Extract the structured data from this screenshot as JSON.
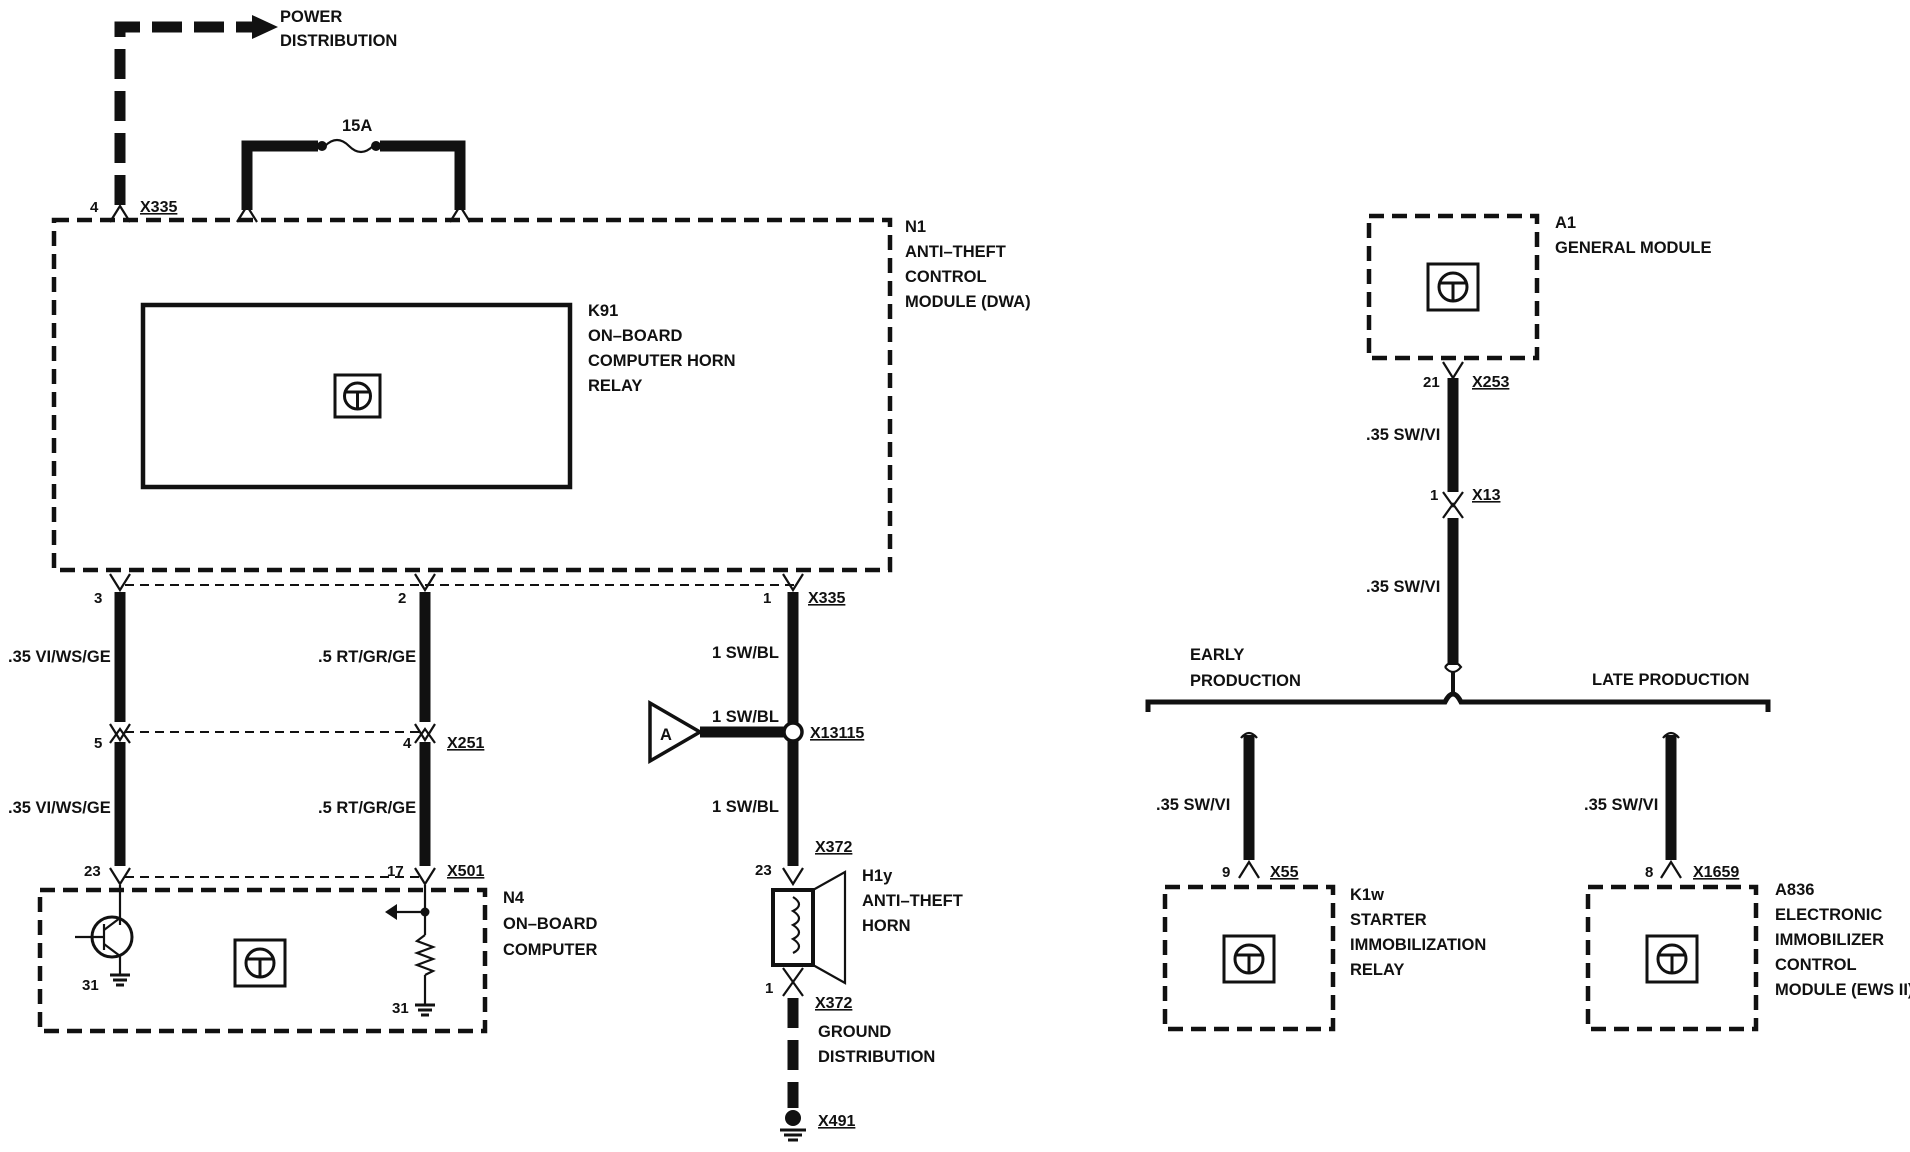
{
  "labels": {
    "power_l1": "POWER",
    "power_l2": "DISTRIBUTION",
    "fuse": "15A",
    "n1_id": "N1",
    "n1_l1": "ANTI–THEFT",
    "n1_l2": "CONTROL",
    "n1_l3": "MODULE (DWA)",
    "k91_id": "K91",
    "k91_l1": "ON–BOARD",
    "k91_l2": "COMPUTER HORN",
    "k91_l3": "RELAY",
    "n4_id": "N4",
    "n4_l1": "ON–BOARD",
    "n4_l2": "COMPUTER",
    "h1y_id": "H1y",
    "h1y_l1": "ANTI–THEFT",
    "h1y_l2": "HORN",
    "ground_l1": "GROUND",
    "ground_l2": "DISTRIBUTION",
    "a1_id": "A1",
    "a1_l1": "GENERAL MODULE",
    "early_l1": "EARLY",
    "early_l2": "PRODUCTION",
    "late": "LATE PRODUCTION",
    "k1w_id": "K1w",
    "k1w_l1": "STARTER",
    "k1w_l2": "IMMOBILIZATION",
    "k1w_l3": "RELAY",
    "a836_id": "A836",
    "a836_l1": "ELECTRONIC",
    "a836_l2": "IMMOBILIZER",
    "a836_l3": "CONTROL",
    "a836_l4": "MODULE (EWS II)",
    "offpage_a": "A"
  },
  "connectors": {
    "x335_top": "X335",
    "x335_bottom": "X335",
    "x251": "X251",
    "x501": "X501",
    "x13115": "X13115",
    "x372_top": "X372",
    "x372_bottom": "X372",
    "x491": "X491",
    "x253": "X253",
    "x13": "X13",
    "x55": "X55",
    "x1659": "X1659"
  },
  "pins": {
    "p4_top": "4",
    "p3": "3",
    "p2": "2",
    "p1_x335": "1",
    "p5": "5",
    "p4_x251": "4",
    "p23_n4": "23",
    "p17": "17",
    "p31_left": "31",
    "p31_right": "31",
    "p23_horn": "23",
    "p1_horn": "1",
    "p21": "21",
    "p1_x13": "1",
    "p9": "9",
    "p8": "8"
  },
  "wires": {
    "w_vi_upper": ".35 VI/WS/GE",
    "w_vi_lower": ".35 VI/WS/GE",
    "w_rt_upper": ".5 RT/GR/GE",
    "w_rt_lower": ".5 RT/GR/GE",
    "w_sw_upper": "1 SW/BL",
    "w_sw_splice": "1 SW/BL",
    "w_sw_lower": "1 SW/BL",
    "w_a1_upper": ".35 SW/VI",
    "w_a1_lower": ".35 SW/VI",
    "w_k1w": ".35 SW/VI",
    "w_a836": ".35 SW/VI"
  }
}
